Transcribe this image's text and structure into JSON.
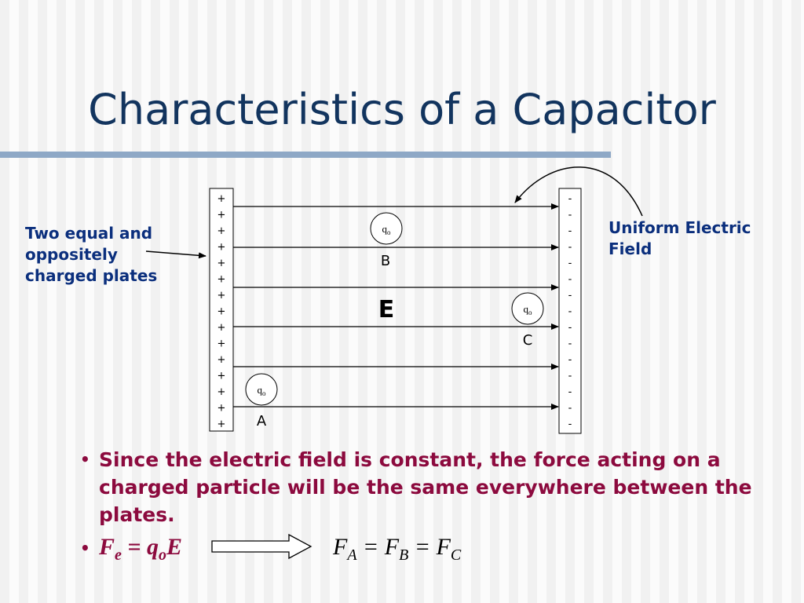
{
  "title": "Characteristics of a Capacitor",
  "labels": {
    "left_lines": [
      "Two equal and",
      "oppositely",
      "charged plates"
    ],
    "right_lines": [
      "Uniform Electric",
      "Field"
    ]
  },
  "plates": {
    "positive_symbol": "+",
    "positive_count": 15,
    "negative_symbol": "-",
    "negative_count": 15
  },
  "field_symbol": "E",
  "charges": [
    {
      "id": "B",
      "text": "q",
      "sub": "o",
      "point_label": "B"
    },
    {
      "id": "C",
      "text": "q",
      "sub": "o",
      "point_label": "C"
    },
    {
      "id": "A",
      "text": "q",
      "sub": "o",
      "point_label": "A"
    }
  ],
  "bullets": {
    "text": "Since the electric field is constant, the force acting on a charged particle will be the same everywhere between the plates.",
    "formula": {
      "F": "F",
      "e": "e",
      "eq": " = q",
      "o": "o",
      "E": "E"
    },
    "equality": {
      "a1": "F",
      "s1": "A",
      "a2": " = F",
      "s2": "B",
      "a3": " = F",
      "s3": "C"
    }
  },
  "colors": {
    "title": "#12345e",
    "label": "#0b2f7d",
    "bullet": "#8c0a3e",
    "rule": "#8ea8c6"
  }
}
